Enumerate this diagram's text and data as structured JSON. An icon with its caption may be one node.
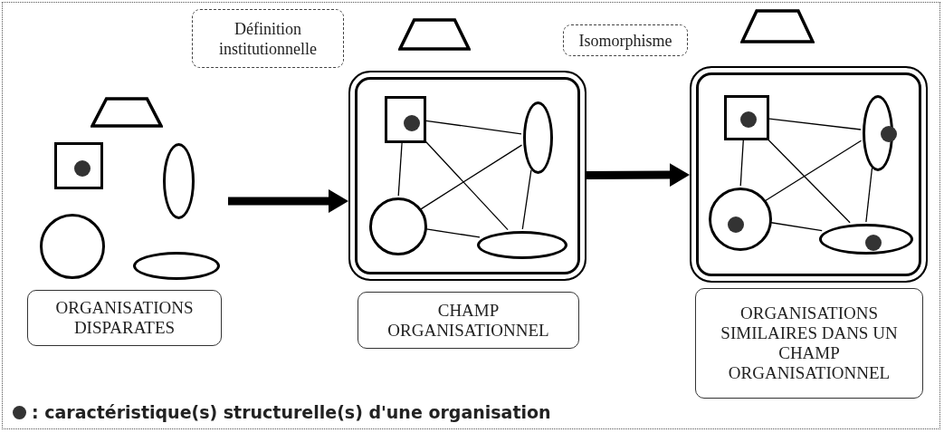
{
  "diagram": {
    "nodes": [
      {
        "text": [],
        "shape": "trapezoid"
      },
      {
        "text": [],
        "shape": "box"
      },
      {
        "text": [],
        "shape": "circle",
        "in": 1
      },
      {
        "text": [],
        "shape": "ellipse"
      },
      {
        "text": [],
        "shape": "circle"
      },
      {
        "text": [],
        "shape": "ellipse"
      },
      {
        "text": [
          "ORGANISATIONS DISPARATES"
        ]
      },
      {
        "text": [
          "Définition institutionnelle"
        ]
      },
      {
        "text": [],
        "shape": "trapezoid"
      },
      {
        "text": [],
        "shape": "box"
      },
      {
        "text": [],
        "shape": "box",
        "in": 9
      },
      {
        "text": [],
        "shape": "circle",
        "in": 10
      },
      {
        "text": [],
        "shape": "ellipse",
        "in": 9
      },
      {
        "text": [],
        "shape": "circle",
        "in": 9
      },
      {
        "text": [],
        "shape": "ellipse",
        "in": 9
      },
      {
        "text": [
          "CHAMP ORGANISATIONNEL"
        ]
      },
      {
        "text": [
          "Isomorphisme"
        ]
      },
      {
        "text": [],
        "shape": "trapezoid"
      },
      {
        "text": [],
        "shape": "box"
      },
      {
        "text": [],
        "shape": "box",
        "in": 18
      },
      {
        "text": [],
        "shape": "circle",
        "in": 19
      },
      {
        "text": [],
        "shape": "ellipse",
        "in": 18
      },
      {
        "text": [],
        "shape": "circle",
        "in": 21
      },
      {
        "text": [],
        "shape": "circle",
        "in": 18
      },
      {
        "text": [],
        "shape": "circle",
        "in": 23
      },
      {
        "text": [],
        "shape": "ellipse",
        "in": 18
      },
      {
        "text": [],
        "shape": "circle",
        "in": 25
      },
      {
        "text": [
          "ORGANISATIONS SIMILAIRES DANS UN CHAMP ORGANISATIONNEL"
        ]
      }
    ],
    "edges": [
      {
        "from": null,
        "to": 9,
        "arrow": "to",
        "style": "thick"
      },
      {
        "from": 9,
        "to": 18,
        "arrow": "to",
        "style": "thick"
      },
      {
        "from": 10,
        "to": 12,
        "arrow": "none"
      },
      {
        "from": 10,
        "to": 13,
        "arrow": "none"
      },
      {
        "from": 10,
        "to": 14,
        "arrow": "none"
      },
      {
        "from": 13,
        "to": 12,
        "arrow": "none"
      },
      {
        "from": 13,
        "to": 14,
        "arrow": "none"
      },
      {
        "from": 12,
        "to": 14,
        "arrow": "none"
      },
      {
        "from": 19,
        "to": 21,
        "arrow": "none"
      },
      {
        "from": 19,
        "to": 23,
        "arrow": "none"
      },
      {
        "from": 19,
        "to": 25,
        "arrow": "none"
      },
      {
        "from": 23,
        "to": 21,
        "arrow": "none"
      },
      {
        "from": 23,
        "to": 25,
        "arrow": "none"
      },
      {
        "from": 21,
        "to": 25,
        "arrow": "none"
      }
    ],
    "legend": [
      {
        "text": ": caractéristique(s) structurelle(s) d'une organisation"
      }
    ]
  }
}
